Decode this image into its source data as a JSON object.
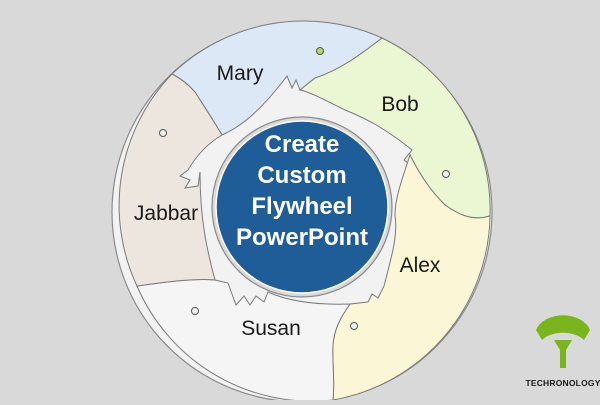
{
  "center": {
    "lines": [
      "Create",
      "Custom",
      "Flywheel",
      "PowerPoint"
    ]
  },
  "segments": [
    {
      "label": "Mary",
      "color": "#dce8f5"
    },
    {
      "label": "Bob",
      "color": "#eaf7d2"
    },
    {
      "label": "Alex",
      "color": "#fbf6d5"
    },
    {
      "label": "Susan",
      "color": "#f5f5f5"
    },
    {
      "label": "Jabbar",
      "color": "#ece6df"
    }
  ],
  "logo": {
    "text": "TECHRONOLOGY",
    "icon": "techronology-logo-icon",
    "color": "#7ab51d"
  },
  "colors": {
    "background": "#d9d9d9",
    "hub": "#1f5d99",
    "outline": "#808080"
  }
}
